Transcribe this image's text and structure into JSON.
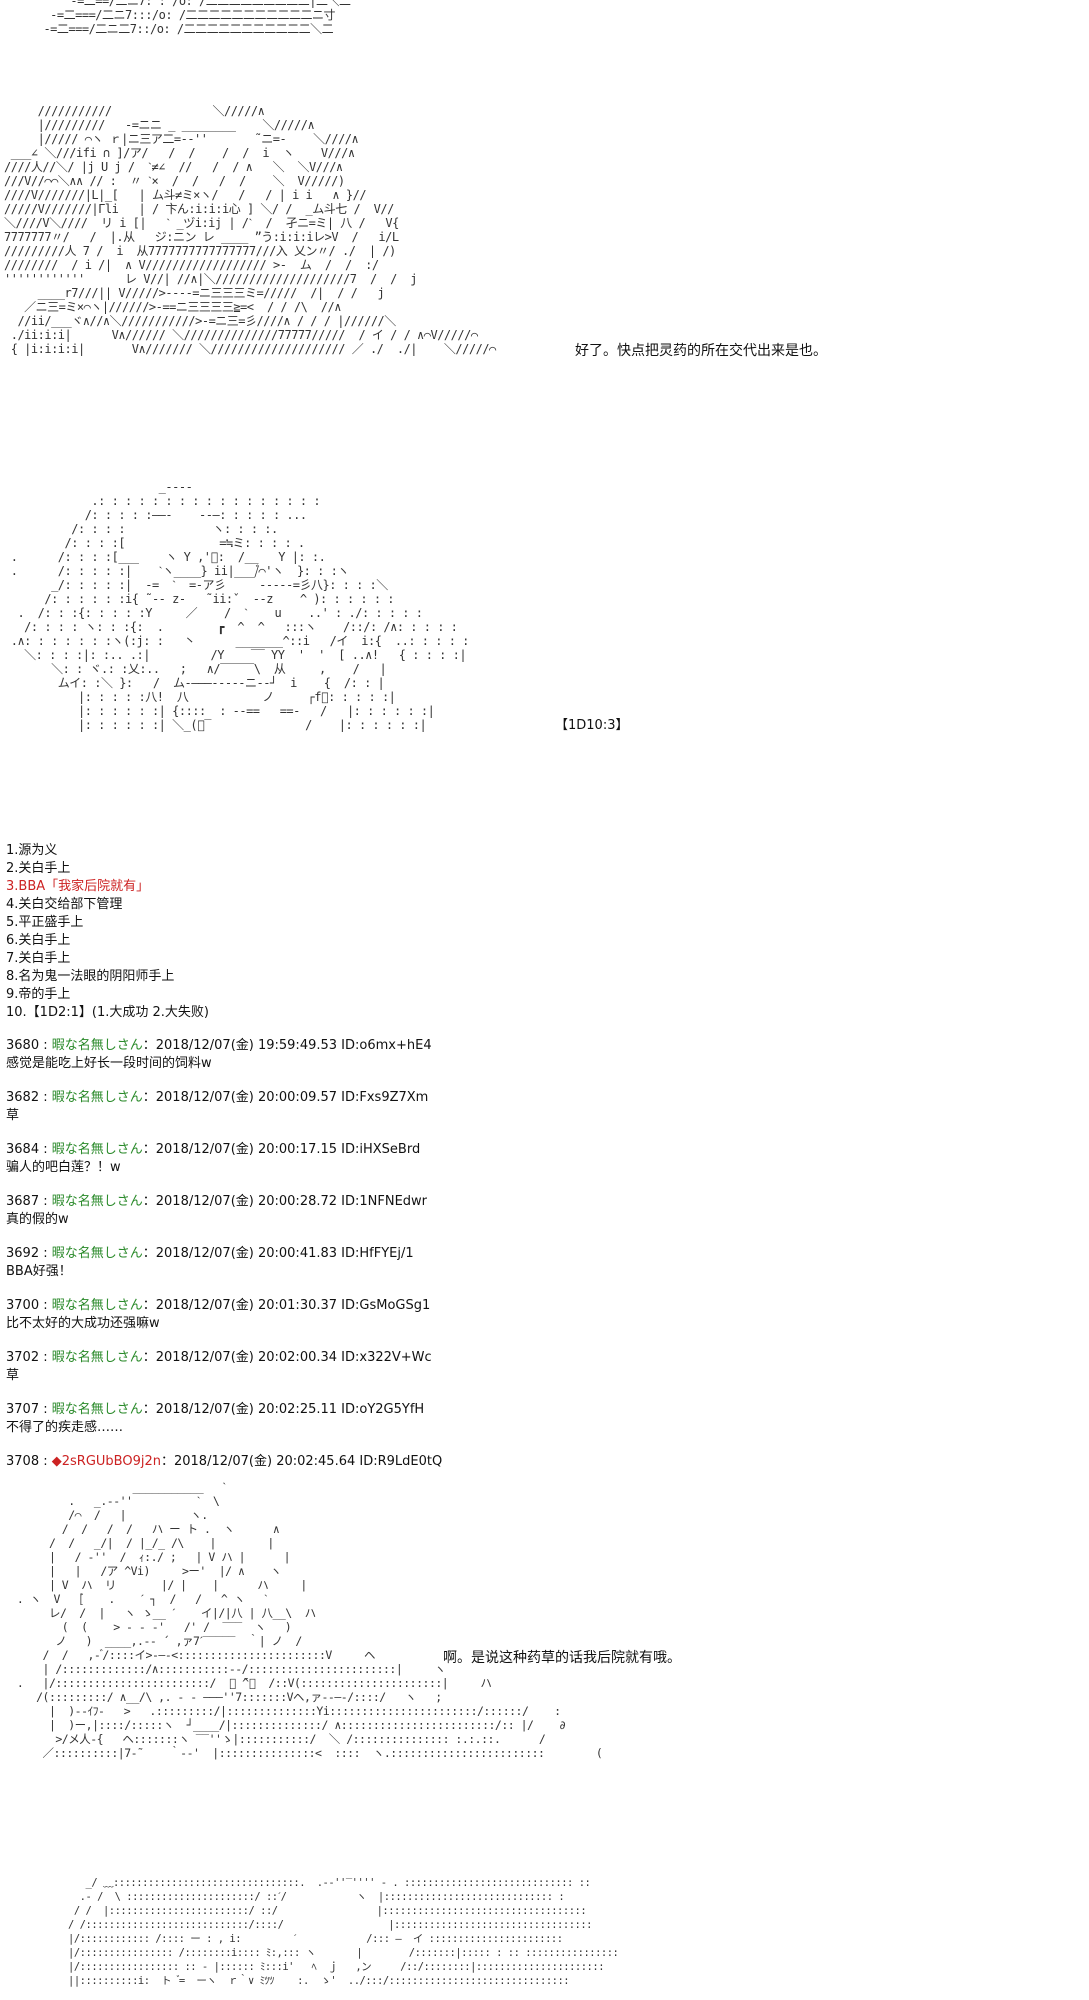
{
  "art": {
    "top": "      -=二==/二ニ7: : /o: /二二二二二二二二二|二＼二\n   -=二===/二ニ7:::/o: /二二二二二二二二二二二ニ寸\n  -=二===/二ニ二7::/o: /二二二二二二二二二二二＼二",
    "block1": "     ///////////               ＼/////∧\n     |/////////   -=ニニ _ ________    ＼/////∧\n     |///// ⌒ヽ ｒ|ニ三ア二=-‐''       ˜ニ=-    ＼////∧\n ___∠ ＼///ifi ∩ ]/ア/   /  /    /  /  i  ヽ    V///∧\n////人//＼/ |j U j /  ˋ≠∠  //   /  / ∧   ＼  ＼V///∧\n///V//⌒⌒＼∧∧ // :  〃 ˋ×  /  /   /  /    ＼  V/////)\n////V///////|L|_[   | ム斗≠ミ×ヽ/   /   / | i i   ∧ }//\n/////V///////|Γli   | / 卞ん:i:i:i心 ] ＼/ /  _ム斗七 /  V//\n＼////V＼////  リ i [|   ˋ _ヅi:ij | /ˋ  /  孑ニ=ミ| 八 /   V{\n7777777〃/   /  |.从   ジ:ニン レ ____ ”う:i:i:iレ>V  /   i/L\n/////////人 7 /  i  从7777777777777777///入 乂ン〃/ ./  | /)\n////////  / i /|  ∧ V////////////////// >-  ム  /  /  :/\n''''''''''''      レ V//| //∧|＼////////////////////7  /  /  j\n     ____r7///|| V/////>-‐--=ニ三三三ミ=/////  /|  / /   j\n   ／ニ三=ミ×⌒ヽ|//////>-==ニ三三三三≧=<  / / /\\  //∧\n  //ii/___ヾ∧//∧＼///////////>-=ニ三=彡////∧ / / / |//////＼\n ./ii:i:i|      V∧////// ＼//////////////77777/////  / イ / / ∧⌒V/////⌒\n { |i:i:i:i|       V∧/////// ＼//////////////////// ／ ./  ./|    ＼/////⌒",
    "block2": "                       _-‐‐-\n             .: : : : : : : : : : : : : : : : :\n            /: : : : :――‐    ‐‐―: : : : : ...\n          /: : : :             ヽ: : : :.\n         /: : : :[              =≒ミ: : : : .\n .      /: : : :[___    ヽ Y ,'゙:  /__   Y |: :.\n .      /: : : : :|    ˋヽ____} ii|___/゙⌒'ヽ  }: : :ヽ\n       _/: : : : :|  -=  ˋ  =-ア彡     -----=彡八}: : : :＼\n      /: : : : : :i{ ˜-‐ z-   ˜ii:ˇ  ‐‐z    ^ ): : : : : :\n  .  /: : :{: : : : :Y     ／    /  ˋ    u    ..' : ./: : : : :\n   /: : : : ヽ: : :{:  .        ┏  ^  ^   :::ヽ    /::/: /∧: : : : :\n .∧: : : : : : :ヽ(:j: :   ㇔      _______^::i   /イ  i:{  ..: : : : :\n   ＼: : : :|: :.. .:|         /Y    ‾‾ YY  '  '  [ ..∧!   { : : : :|\n       ＼: : ヾ.: :乂:..   ;   ∧/‾‾‾‾‾\\  从     ,    /   |\n        ムイ: :＼ }:   /  ム‐―――‐‐‐--ニ-‐┘  i    {  /: : |\n           |: : : : :八!  八           ノ     ┌f゙: : : : :|\n           |: : : : : :| {::::  : --==   ==-   /   |: : : : : :|\n           |: : : : : :| ＼_(゙‾              /    |: : : : : :|",
    "block3": "                    ___________   ˋ\n          .   _.-‐''          ˋ  \\ \n          /⌒  /   |          ヽ.\n         /  /   /  /   ハ ー ト .  ヽ      ∧\n       /  /   _/|  / |_/_ /\\    |        |\n       |   / ‐''  /  ｨ:./ ;   | V ハ |      |\n       |   |   /ア ^Vi)     >ー'  |/ ∧    ヽ\n       | V  ハ  リ       |/ |    |      ハ     |\n  . ヽ  V   [゙    .    ˊ ┐  /   /   ^ ヽ   ˋ\n       レ/  /  |   ヽ ゝ__ ˊ    イ|/|八 | 八__\\  ハ\n         (  (    > ‐ ‐ ‐'   /' /  ‾‾‾  ヽ   )\n        ノ   )  ____,.-‐ ´ ,ァ7ˊ‾‾‾‾‾  ｀| ノ  /\n      /  /   ,‐ ゙/::::イ>-―‐<:::::::::::::::::::::::V     ヘ\n      | /:::::::::::::/∧:::::::::::-‐/:::::::::::::::::::::::|     ヽ\n  .   |/::::::::::::::::::::::::/  ゙ ̄^゙  /::V(::::::::::::::::::::::|     ハ\n     /(:::::::::/ ∧__/\\ ,. ‐ ‐ ―――''7:::::::Vヘ,ァ‐-―-/::::/   ヽ   ;\n       |  )‐-ｲﾌ‐   >   .:::::::::/|::::::::::::::Yi:::::::::::::::::::::::/::::::/    :\n       |  )ー,|::::/:::::ヽ  ┘____/|::::::::::::::/ ∧::::::::::::::::::::::::/:: |/    ∂\n        >/メ人‐{   ヘ:::::::ヽ ‾‾''ゝ|:::::::::::/  ＼ /::::::::::::::: :.:.::.      /\n      ／::::::::::|7‐˜    ｀‐‐'  |:::::::::::::::<  ::::  ヽ.::::::::::::::::::::::::        (",
    "block4": "              _/ ﹏::::::::::::::::::::::::::::::::.  .-‐''‾'''' - . ::::::::::::::::::::::::::::: ::\n             .- /  \\ ::::::::::::::::::::::/ ::ˊ/            ヽ  |::::::::::::::::::::::::::::: :\n            / /  |::::::::::::::::::::::::/ ::/                 |:::::::::::::::::::::::::::::::::::\n           / /::::::::::::::::::::::::::::/::::/                  |::::::::::::::::::::::::::::::::::\n           |/:::::::::::: /:::: ー : , i:         ˊ            /::: ―  イ :::::::::::::::::::::::\n           |/:::::::::::::::: /::::::::i:::: ﾐ:,::: ヽ       |        /:::::::|::::: : :: ::::::::::::::::\n           |/::::::::::::::::: :: ‐ |:::::: ﾐ:::i'   ﾍ  ｊ   ,ン     /::/::::::::|::::::::::::::::::::::\n           ||::::::::::i:  ト  ゙=  ーヽ  ｒ｀∨ ﾐﾂﾂ    :.  ゝ'  ../:::/:::::::::::::::::::::::::::::::"
  },
  "dialogue": {
    "line1": "好了。快点把灵药的所在交代出来是也。",
    "roll1": "【1D10:3】",
    "line2": "啊。是说这种药草的话我后院就有哦。"
  },
  "list": [
    {
      "text": "1.源为义",
      "highlight": false
    },
    {
      "text": "2.关白手上",
      "highlight": false
    },
    {
      "text": "3.BBA「我家后院就有」",
      "highlight": true
    },
    {
      "text": "4.关白交给部下管理",
      "highlight": false
    },
    {
      "text": "5.平正盛手上",
      "highlight": false
    },
    {
      "text": "6.关白手上",
      "highlight": false
    },
    {
      "text": "7.关白手上",
      "highlight": false
    },
    {
      "text": "8.名为鬼一法眼的阴阳师手上",
      "highlight": false
    },
    {
      "text": "9.帝的手上",
      "highlight": false
    },
    {
      "text": "10.【1D2:1】(1.大成功  2.大失败)",
      "highlight": false
    }
  ],
  "posts": [
    {
      "num": "3680 :",
      "name": "暇な名無しさん",
      "date": "：2018/12/07(金) 19:59:49.53 ID:o6mx+hE4",
      "body": "感觉是能吃上好长一段时间的饲料w"
    },
    {
      "num": "3682 :",
      "name": "暇な名無しさん",
      "date": "：2018/12/07(金) 20:00:09.57 ID:Fxs9Z7Xm",
      "body": "草"
    },
    {
      "num": "3684 :",
      "name": "暇な名無しさん",
      "date": "：2018/12/07(金) 20:00:17.15 ID:iHXSeBrd",
      "body": "骗人的吧白莲？！w"
    },
    {
      "num": "3687 :",
      "name": "暇な名無しさん",
      "date": "：2018/12/07(金) 20:00:28.72 ID:1NFNEdwr",
      "body": "真的假的w"
    },
    {
      "num": "3692 :",
      "name": "暇な名無しさん",
      "date": "：2018/12/07(金) 20:00:41.83 ID:HfFYEj/1",
      "body": "BBA好强！"
    },
    {
      "num": "3700 :",
      "name": "暇な名無しさん",
      "date": "：2018/12/07(金) 20:01:30.37 ID:GsMoGSg1",
      "body": "比不太好的大成功还强嘛w"
    },
    {
      "num": "3702 :",
      "name": "暇な名無しさん",
      "date": "：2018/12/07(金) 20:02:00.34 ID:x322V+Wc",
      "body": "草"
    },
    {
      "num": "3707 :",
      "name": "暇な名無しさん",
      "date": "：2018/12/07(金) 20:02:25.11 ID:oY2G5YfH",
      "body": "不得了的疾走感……"
    }
  ],
  "author_post": {
    "num": "3708 :",
    "marker": "◆",
    "name": "2sRGUbBO9j2n",
    "date": "：2018/12/07(金) 20:02:45.64 ID:R9LdE0tQ"
  },
  "colors": {
    "name_green": "#2a8a2a",
    "author_red": "#cc2222"
  }
}
